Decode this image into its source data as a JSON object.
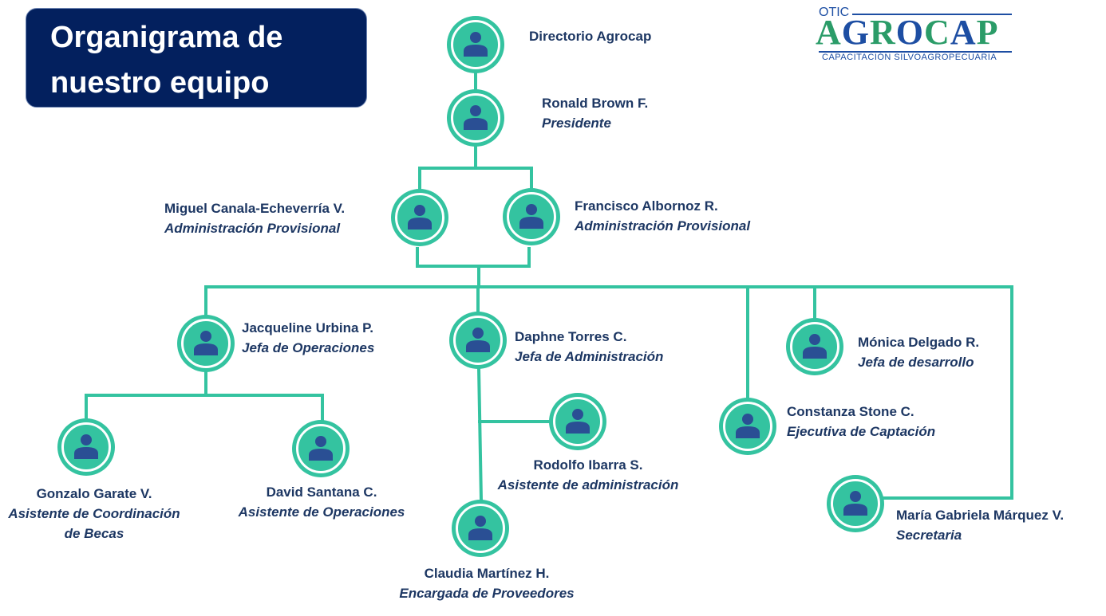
{
  "title": {
    "line1": "Organigrama de",
    "line2": "nuestro equipo"
  },
  "logo": {
    "prefix": "OTIC",
    "brand": "AGROCAP",
    "tagline": "CAPACITACIÓN SILVOAGROPECUARIA"
  },
  "colors": {
    "accent": "#34c3a0",
    "title_bg": "#03205e",
    "text": "#1d3763",
    "person_icon": "#2a4f94"
  },
  "icon": "person-icon",
  "nodes": [
    {
      "name": "Directorio Agrocap",
      "role": ""
    },
    {
      "name": "Ronald Brown F.",
      "role": "Presidente"
    },
    {
      "name": "Miguel Canala-Echeverría V.",
      "role": "Administración Provisional"
    },
    {
      "name": "Francisco Albornoz R.",
      "role": "Administración Provisional"
    },
    {
      "name": "Jacqueline Urbina P.",
      "role": "Jefa de Operaciones"
    },
    {
      "name": "Daphne Torres C.",
      "role": "Jefa de Administración"
    },
    {
      "name": "Mónica Delgado R.",
      "role": "Jefa de desarrollo"
    },
    {
      "name": "Constanza Stone C.",
      "role": "Ejecutiva de Captación"
    },
    {
      "name": "Gonzalo Garate V.",
      "role": "Asistente de Coordinación",
      "role2": "de Becas"
    },
    {
      "name": "David Santana C.",
      "role": "Asistente de Operaciones"
    },
    {
      "name": "Rodolfo Ibarra S.",
      "role": "Asistente de administración"
    },
    {
      "name": "Claudia Martínez H.",
      "role": "Encargada de Proveedores"
    },
    {
      "name": "María Gabriela Márquez V.",
      "role": "Secretaria"
    }
  ]
}
